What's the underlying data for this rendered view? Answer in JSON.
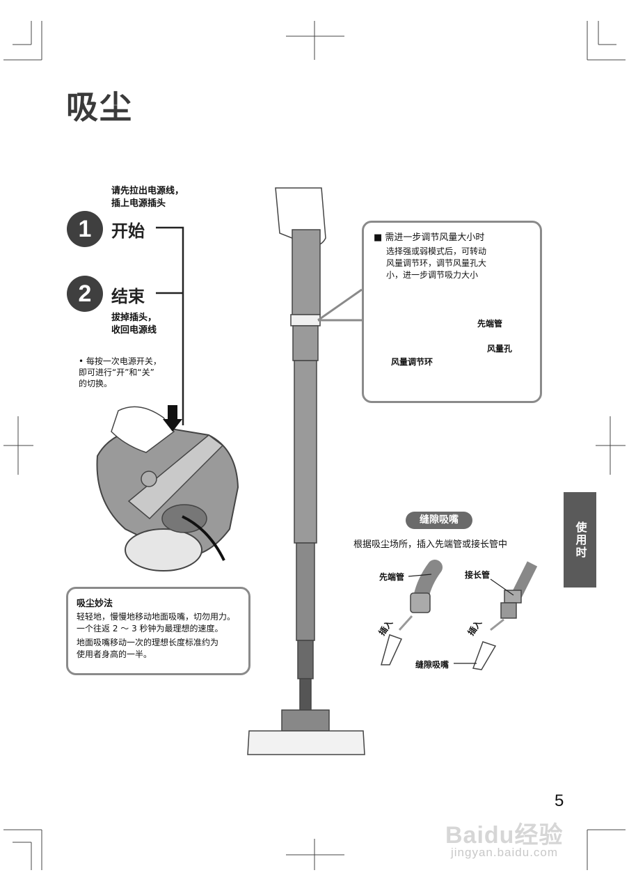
{
  "title": "吸尘",
  "pre_note": "请先拉出电源线，\n插上电源插头",
  "steps": [
    {
      "number": "1",
      "label": "开始"
    },
    {
      "number": "2",
      "label": "结束"
    }
  ],
  "post_note": "拔掉插头，\n收回电源线",
  "bullet": "• 每按一次电源开关，\n  即可进行“开”和“关”\n  的切换。",
  "tip_box": {
    "title": "吸尘妙法",
    "line1": "轻轻地，慢慢地移动地面吸嘴，切勿用力。",
    "line2": "一个往返 2 ～ 3 秒钟为最理想的速度。",
    "line3": "地面吸嘴移动一次的理想长度标准约为",
    "line4": "使用者身高的一半。"
  },
  "airflow_box": {
    "title": "■ 需进一步调节风量大小时",
    "line1": "选择强或弱模式后，可转动",
    "line2": "风量调节环，调节风量孔大",
    "line3": "小，进一步调节吸力大小",
    "label_handle": "先端管",
    "label_hole": "风量孔",
    "label_ring": "风量调节环"
  },
  "side_tab": "使用时",
  "crevice": {
    "pill": "缝隙吸嘴",
    "description": "根据吸尘场所，插入先端管或接长管中",
    "label_handle": "先端管",
    "label_extension": "接长管",
    "label_insert_1": "插入",
    "label_insert_2": "插入",
    "label_nozzle": "缝隙吸嘴"
  },
  "page_number": "5",
  "watermark": {
    "logo": "Baidu经验",
    "url": "jingyan.baidu.com"
  }
}
